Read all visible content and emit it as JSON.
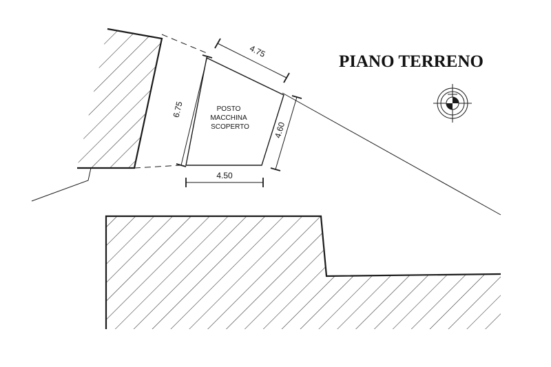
{
  "title": "PIANO TERRENO",
  "parking_label": [
    "POSTO",
    "MACCHINA",
    "SCOPERTO"
  ],
  "dimensions": {
    "top": "4.75",
    "left": "6.75",
    "right": "4.60",
    "bottom": "4.50"
  },
  "colors": {
    "line": "#1a1a1a",
    "hatch": "#2a2a2a",
    "background": "#ffffff"
  },
  "icons": [
    "north-compass-icon"
  ]
}
